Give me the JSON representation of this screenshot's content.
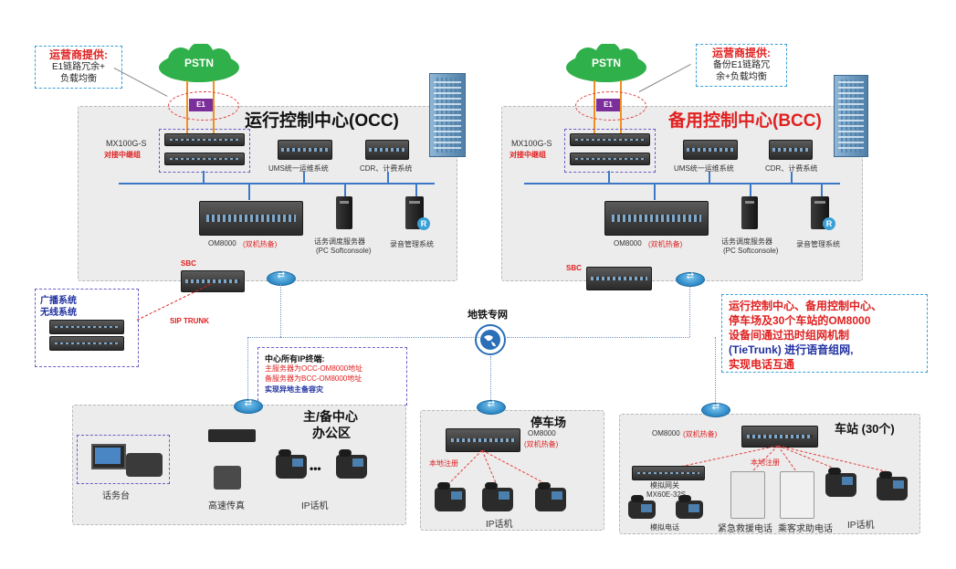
{
  "operator_left": {
    "title": "运营商提供:",
    "line1": "E1链路冗余+",
    "line2": "负载均衡"
  },
  "operator_right": {
    "title": "运营商提供:",
    "line1": "备份E1链路冗",
    "line2": "余+负载均衡"
  },
  "pstn_label": "PSTN",
  "e1_label": "E1",
  "occ": {
    "title": "运行控制中心(OCC)",
    "mx_label": "MX100G-S",
    "mx_sub": "对接中继组",
    "ums_label": "UMS统一运维系统",
    "cdr_label": "CDR、计费系统",
    "om_label": "OM8000",
    "om_sub": "(双机热备)",
    "console_label1": "话务调度服务器",
    "console_label2": "(PC Softconsole)",
    "record_label": "录音管理系统",
    "sbc_label": "SBC"
  },
  "bcc": {
    "title": "备用控制中心(BCC)",
    "mx_label": "MX100G-S",
    "mx_sub": "对接中继组",
    "ums_label": "UMS统一运维系统",
    "cdr_label": "CDR、计费系统",
    "om_label": "OM8000",
    "om_sub": "(双机热备)",
    "console_label1": "话务调度服务器",
    "console_label2": "(PC Softconsole)",
    "record_label": "录音管理系统",
    "sbc_label": "SBC"
  },
  "broadcast": {
    "line1": "广播系统",
    "line2": "无线系统"
  },
  "sip_trunk": "SIP TRUNK",
  "metro_net": "地铁专网",
  "ip_terminal": {
    "title": "中心所有IP终端:",
    "line1": "主服务器为OCC-OM8000地址",
    "line2": "备服务器为BCC-OM8000地址",
    "line3": "实现异地主备容灾"
  },
  "tietrunk": {
    "line1": "运行控制中心、备用控制中心、",
    "line2": "停车场及30个车站的OM8000",
    "line3": "设备间通过迅时组网机制",
    "line4": "(TieTrunk) 进行语音组网,",
    "line5": "实现电话互通"
  },
  "office": {
    "title1": "主/备中心",
    "title2": "办公区",
    "console": "话务台",
    "fax": "高速传真",
    "ipphone": "IP话机",
    "dots": "•••"
  },
  "parking": {
    "title": "停车场",
    "om_label": "OM8000",
    "om_sub": "(双机热备)",
    "local_reg": "本地注册",
    "ipphone": "IP话机"
  },
  "station": {
    "title": "车站 (30个)",
    "om_label": "OM8000",
    "om_sub": "(双机热备)",
    "local_reg": "本地注册",
    "gateway1": "模拟网关",
    "gateway2": "MX60E-32S",
    "analog": "模拟电话",
    "emergency": "紧急救援电话",
    "passenger": "乘客求助电话",
    "ipphone": "IP话机"
  }
}
